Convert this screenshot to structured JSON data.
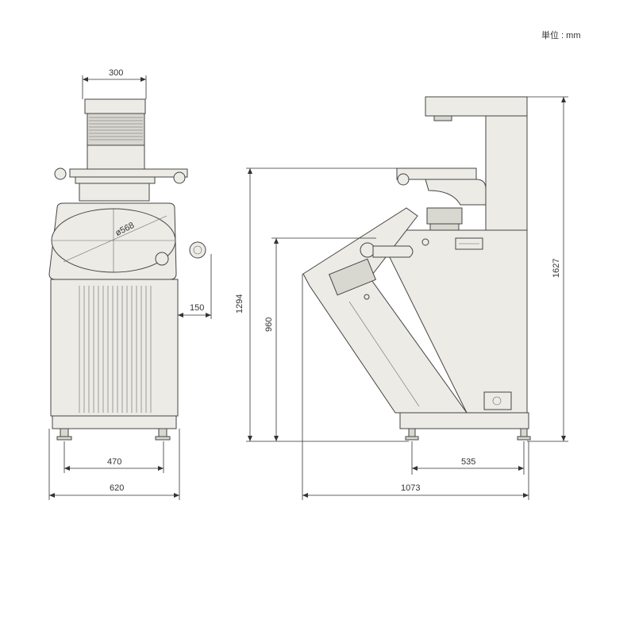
{
  "unit_label": "単位 : mm",
  "front_view": {
    "dim_top_width": "300",
    "dim_screen_diameter": "ø568",
    "dim_side_projection": "150",
    "dim_foot_span": "470",
    "dim_overall_width": "620"
  },
  "side_view": {
    "dim_stage_height": "1294",
    "dim_table_height": "960",
    "dim_overall_height": "1627",
    "dim_foot_span": "535",
    "dim_overall_depth": "1073"
  },
  "colors": {
    "body": "#ecebe6",
    "line": "#444444",
    "dimension": "#333333"
  }
}
